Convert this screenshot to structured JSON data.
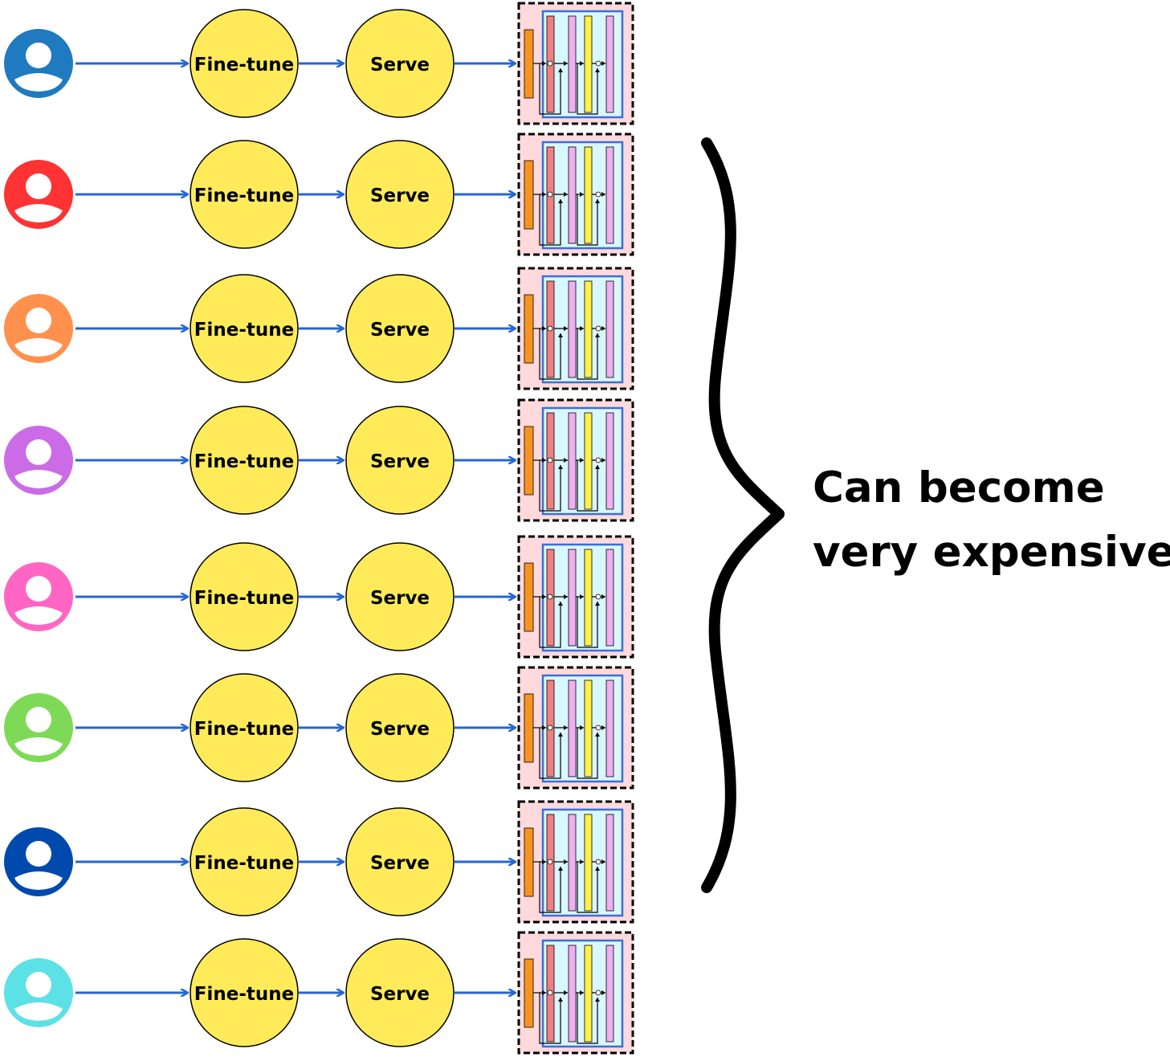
{
  "rows": [
    {
      "user_color": "#1f7ac0",
      "finetune_label": "Fine-tune",
      "serve_label": "Serve"
    },
    {
      "user_color": "#ff3333",
      "finetune_label": "Fine-tune",
      "serve_label": "Serve"
    },
    {
      "user_color": "#ff914d",
      "finetune_label": "Fine-tune",
      "serve_label": "Serve"
    },
    {
      "user_color": "#cb6ce6",
      "finetune_label": "Fine-tune",
      "serve_label": "Serve"
    },
    {
      "user_color": "#ff66c4",
      "finetune_label": "Fine-tune",
      "serve_label": "Serve"
    },
    {
      "user_color": "#7ed957",
      "finetune_label": "Fine-tune",
      "serve_label": "Serve"
    },
    {
      "user_color": "#004aad",
      "finetune_label": "Fine-tune",
      "serve_label": "Serve"
    },
    {
      "user_color": "#5ce1e6",
      "finetune_label": "Fine-tune",
      "serve_label": "Serve"
    }
  ],
  "colors": {
    "arrow": "#2466d6",
    "node_fill": "#ffeb5a",
    "model_bg": "#ffd9dc",
    "model_inner_bg": "#d9f7ff",
    "model_border": "#3a6fd8",
    "bar_orange": "#f7931e",
    "bar_red": "#f08080",
    "bar_pink": "#f0b0f0",
    "bar_yellow": "#fff04a"
  },
  "annotation": {
    "line1": "Can become",
    "line2": "very expensive"
  }
}
